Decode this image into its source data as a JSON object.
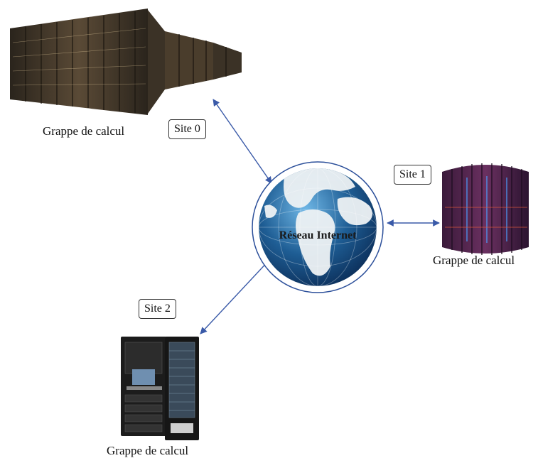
{
  "network": {
    "label": "Réseau Internet",
    "ocean_color": "#1e5d94",
    "land_color": "#f2f4f5",
    "link_color": "#3a5aa8"
  },
  "sites": [
    {
      "tag": "Site 0",
      "caption": "Grappe de calcul"
    },
    {
      "tag": "Site 1",
      "caption": "Grappe de calcul"
    },
    {
      "tag": "Site 2",
      "caption": "Grappe de calcul"
    }
  ]
}
